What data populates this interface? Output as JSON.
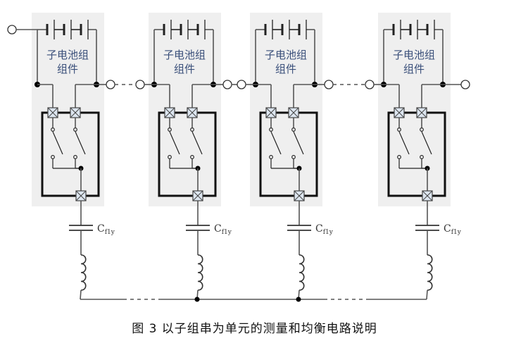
{
  "caption": "图 3 以子组串为单元的测量和均衡电路说明",
  "modules": [
    {
      "label_line1": "子电池组",
      "label_line2": "组件",
      "capacitor": "C",
      "capacitor_sub": "f1y"
    },
    {
      "label_line1": "子电池组",
      "label_line2": "组件",
      "capacitor": "C",
      "capacitor_sub": "f1y"
    },
    {
      "label_line1": "子电池组",
      "label_line2": "组件",
      "capacitor": "C",
      "capacitor_sub": "f1y"
    },
    {
      "label_line1": "子电池组",
      "label_line2": "组件",
      "capacitor": "C",
      "capacitor_sub": "f1y"
    }
  ],
  "colors": {
    "module_background": "#efefef",
    "wire": "#555555",
    "frame": "#111111",
    "switch_box_fill": "#dde6f0",
    "label": "#3a4f7a"
  }
}
